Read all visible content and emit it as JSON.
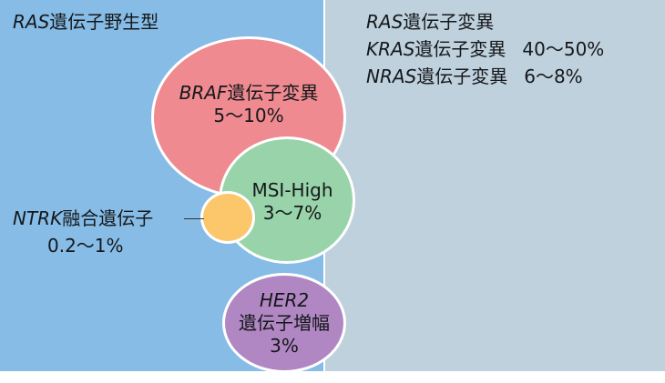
{
  "left_panel": {
    "title_prefix": "RAS",
    "title_suffix": "遺伝子野生型"
  },
  "right_panel": {
    "lines": [
      {
        "gene": "RAS",
        "text": "遺伝子変異",
        "value": ""
      },
      {
        "gene": "KRAS",
        "text": "遺伝子変異",
        "value": "40～50%"
      },
      {
        "gene": "NRAS",
        "text": "遺伝子変異",
        "value": "6～8%"
      }
    ]
  },
  "circles": {
    "braf": {
      "gene": "BRAF",
      "text": "遺伝子変異",
      "value": "5～10%",
      "color": "#ee8a90"
    },
    "msi": {
      "gene": "MSI-High",
      "value": "3～7%",
      "color": "#98d3a9"
    },
    "ntrk": {
      "color": "#fcc76b"
    },
    "her2": {
      "gene": "HER2",
      "text": "遺伝子増幅",
      "value": "3%",
      "color": "#b087c2"
    }
  },
  "ntrk_label": {
    "gene": "NTRK",
    "text": "融合遺伝子",
    "value": "0.2～1%"
  },
  "colors": {
    "left_bg": "#86bce6",
    "right_bg": "#bfd1dd"
  }
}
